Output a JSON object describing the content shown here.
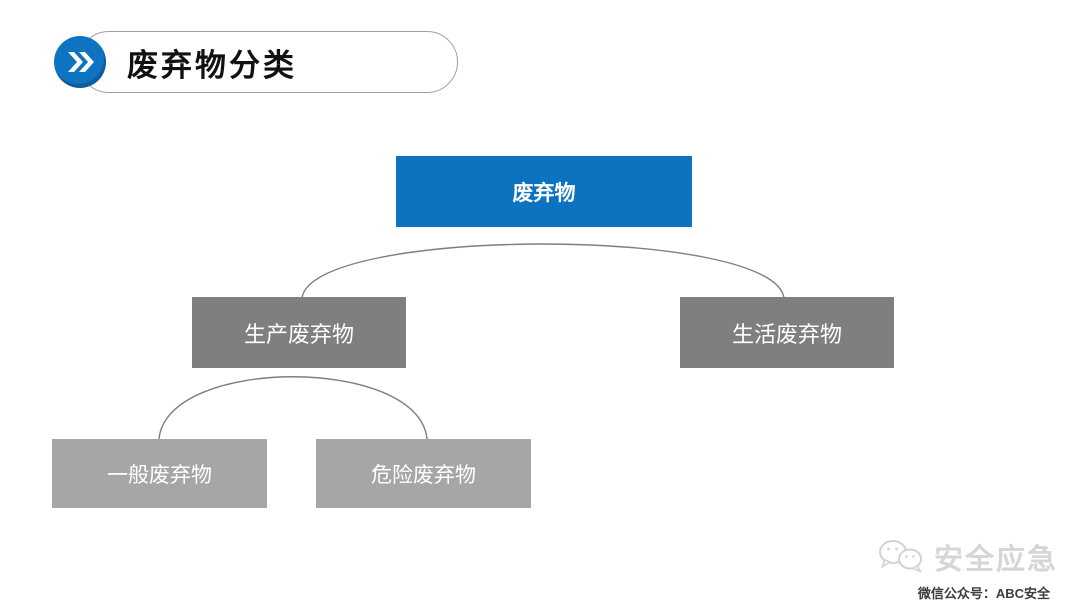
{
  "slide": {
    "title": "废弃物分类",
    "title_icon": "double-chevron-icon",
    "accent_color": "#0e73c0",
    "footer": {
      "logo_icon": "wechat-icon",
      "logo_text": "安全应急",
      "account_line": "微信公众号：ABC安全"
    }
  },
  "tree": {
    "connector_color": "#7f7f7f",
    "root": {
      "label": "废弃物",
      "color": "#0b73c0",
      "text_color": "#ffffff"
    },
    "level2": [
      {
        "label": "生产废弃物",
        "color": "#7f7f7f",
        "text_color": "#ffffff"
      },
      {
        "label": "生活废弃物",
        "color": "#7f7f7f",
        "text_color": "#ffffff"
      }
    ],
    "level3": [
      {
        "label": "一般废弃物",
        "color": "#a6a6a6",
        "text_color": "#ffffff"
      },
      {
        "label": "危险废弃物",
        "color": "#a6a6a6",
        "text_color": "#ffffff"
      }
    ]
  }
}
